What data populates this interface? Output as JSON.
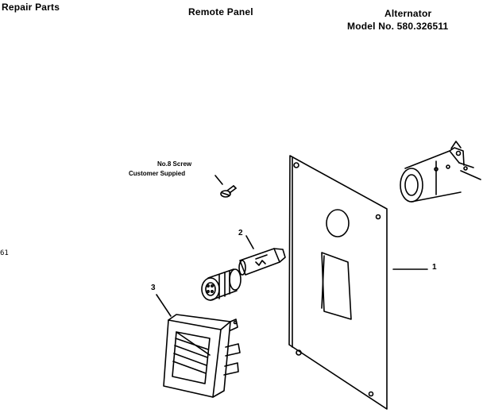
{
  "header": {
    "left": "Repair Parts",
    "center": "Remote Panel",
    "right_line1": "Alternator",
    "right_line2": "Model No. 580.326511"
  },
  "labels": {
    "screw_line1": "No.8 Screw",
    "screw_line2": "Customer Suppied"
  },
  "callouts": {
    "panel": "1",
    "lamp": "2",
    "switch": "3"
  },
  "margin_mark": "61"
}
